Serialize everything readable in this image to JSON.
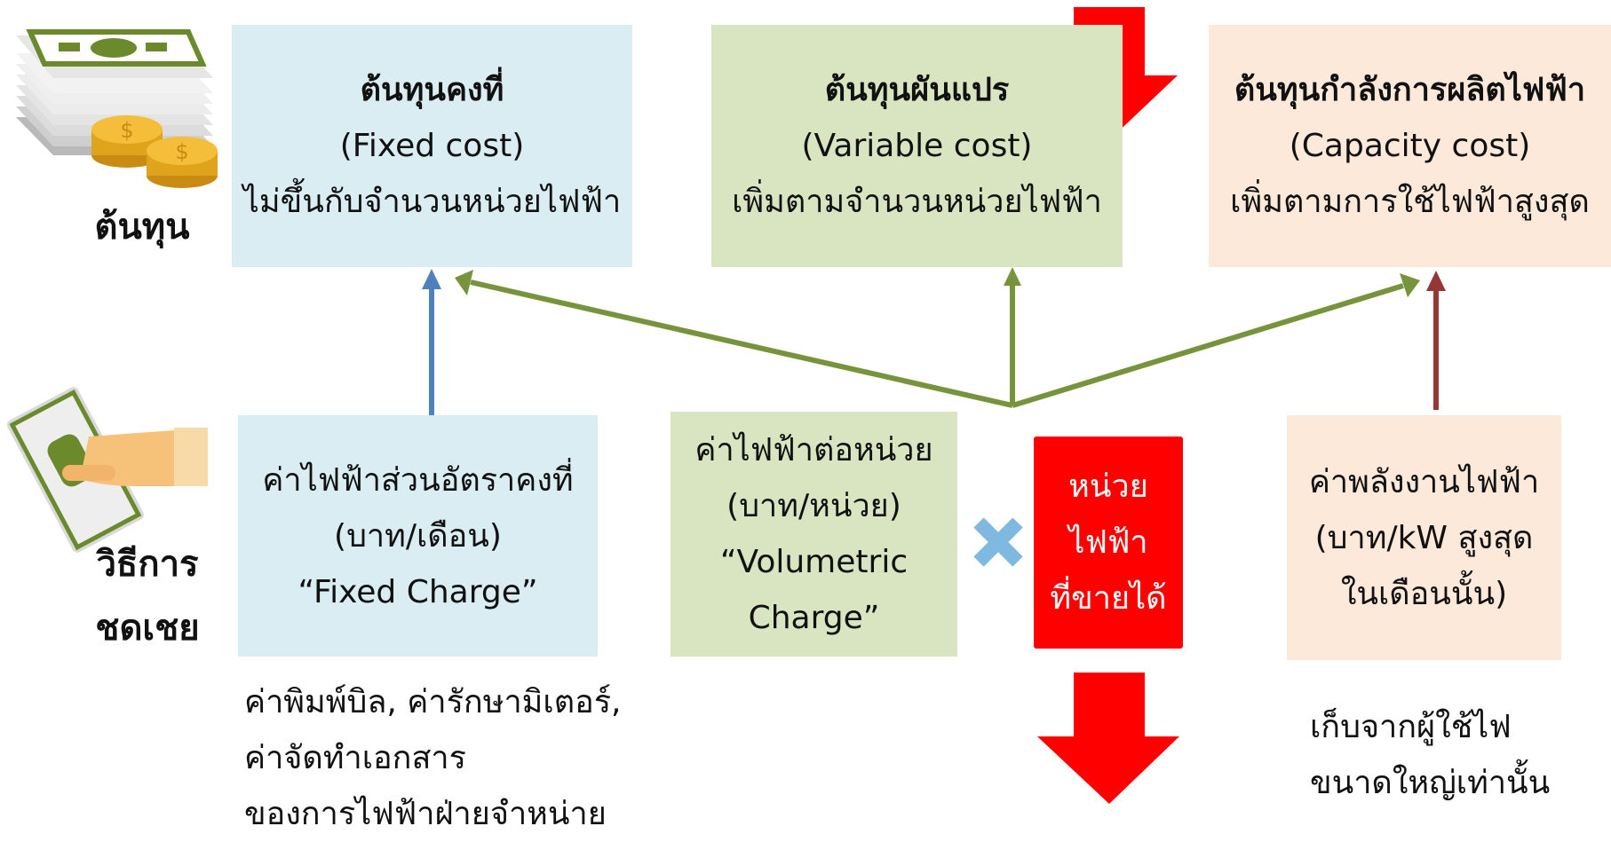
{
  "costs_label": "ต้นทุน",
  "recovery_label": [
    "วิธีการ",
    "ชดเชย"
  ],
  "fixed_cost": {
    "title": "ต้นทุนคงที่",
    "english": "(Fixed cost)",
    "desc": "ไม่ขึ้นกับจำนวนหน่วยไฟฟ้า"
  },
  "variable_cost": {
    "title": "ต้นทุนผันแปร",
    "english": "(Variable cost)",
    "desc": "เพิ่มตามจำนวนหน่วยไฟฟ้า"
  },
  "capacity_cost": {
    "title": "ต้นทุนกำลังการผลิตไฟฟ้า",
    "english": "(Capacity cost)",
    "desc": "เพิ่มตามการใช้ไฟฟ้าสูงสุด"
  },
  "fixed_charge": [
    "ค่าไฟฟ้าส่วนอัตราคงที่",
    "(บาท/เดือน)",
    "“Fixed Charge”"
  ],
  "volumetric_charge": [
    "ค่าไฟฟ้าต่อหน่วย",
    "(บาท/หน่วย)",
    "“Volumetric",
    "Charge”"
  ],
  "units_sold": [
    "หน่วย",
    "ไฟฟ้า",
    "ที่ขายได้"
  ],
  "demand_charge": [
    "ค่าพลังงานไฟฟ้า",
    "(บาท/kW สูงสุด",
    "ในเดือนนั้น)"
  ],
  "fixed_note": [
    "ค่าพิมพ์บิล, ค่ารักษามิเตอร์,",
    "ค่าจัดทำเอกสาร",
    "ของการไฟฟ้าฝ่ายจำหน่าย"
  ],
  "demand_note": [
    "เก็บจากผู้ใช้ไฟ",
    "ขนาดใหญ่เท่านั้น"
  ],
  "colors": {
    "blue_box": "#daedf3",
    "green_box": "#d8e5c0",
    "peach_box": "#fde9da",
    "red": "#fe0000",
    "green_arrow": "#77933c",
    "blue_arrow": "#4f81bd",
    "brown_arrow": "#953735",
    "multiply": "#7fb9e0"
  },
  "icons": [
    "money-stack-icon",
    "coins-icon",
    "hand-cash-icon",
    "multiply-icon",
    "down-arrow-icon"
  ]
}
